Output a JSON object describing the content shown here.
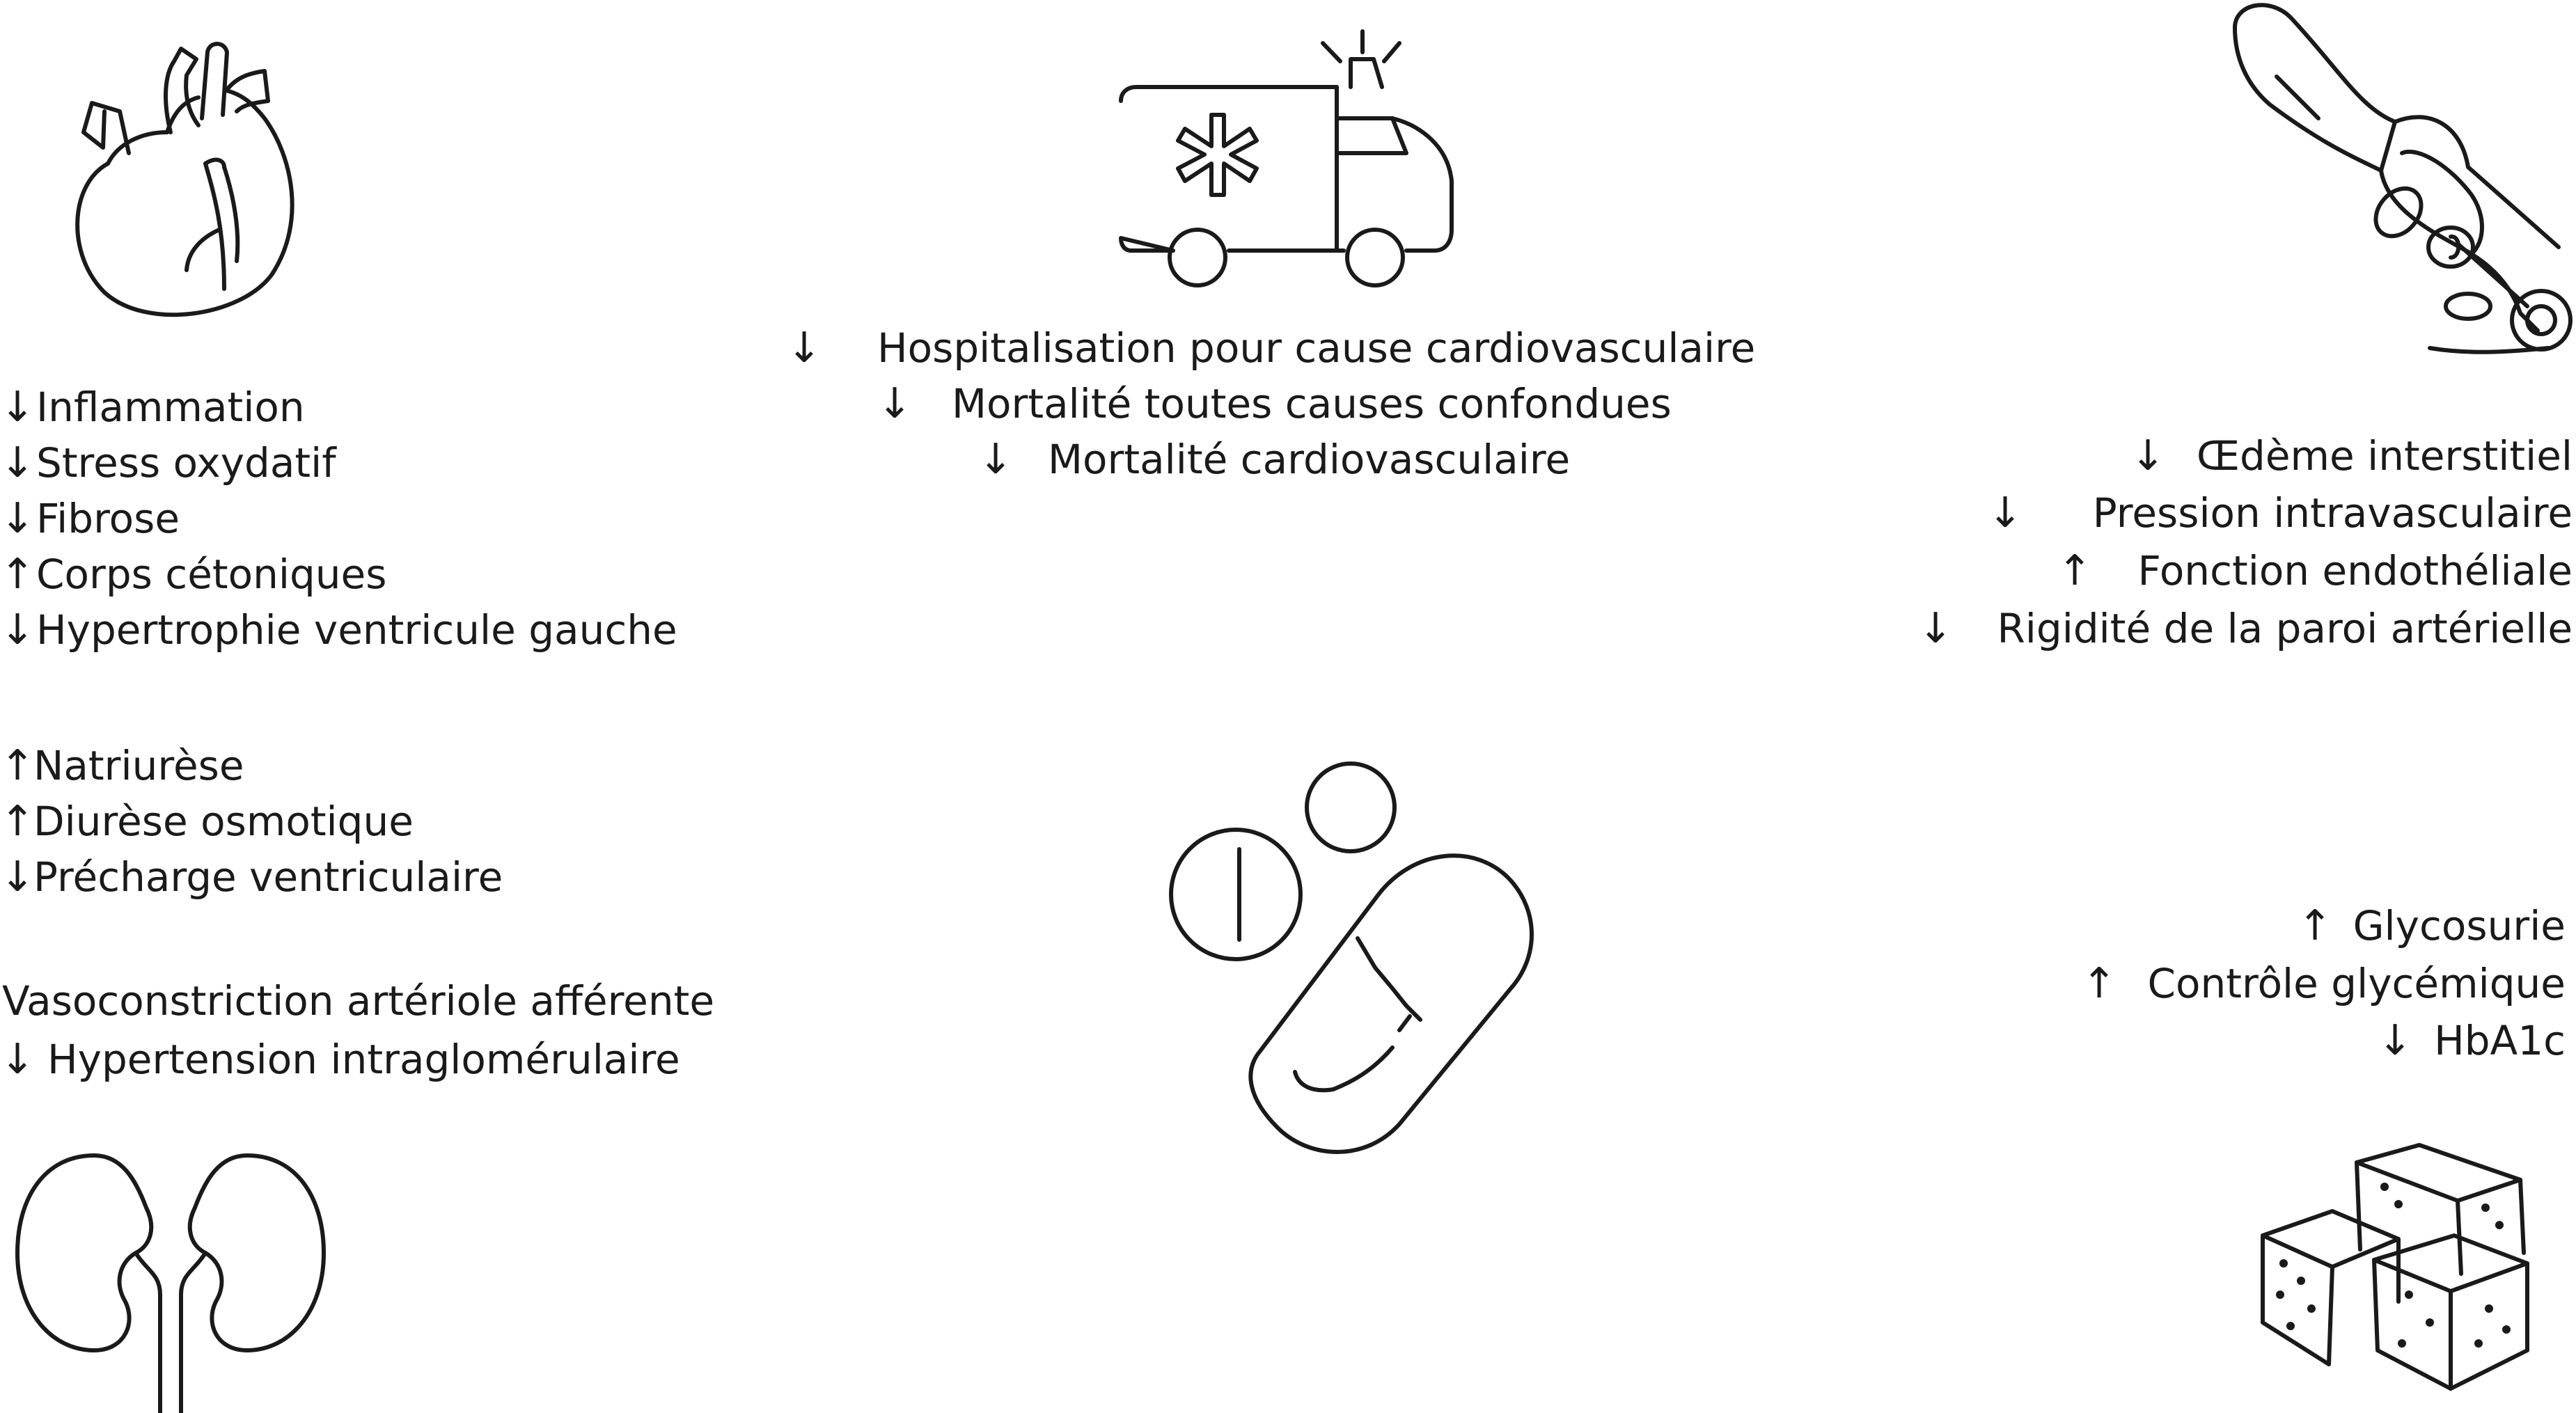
{
  "effects": {
    "cardiac": [
      {
        "arrow": "↓",
        "text": "Inflammation"
      },
      {
        "arrow": "↓",
        "text": "Stress oxydatif"
      },
      {
        "arrow": "↓",
        "text": "Fibrose"
      },
      {
        "arrow": "↑",
        "text": "Corps cétoniques"
      },
      {
        "arrow": "↓",
        "text": "Hypertrophie ventricule gauche"
      }
    ],
    "diuretic": [
      {
        "arrow": "↑",
        "text": "Natriurèse"
      },
      {
        "arrow": "↑",
        "text": "Diurèse osmotique"
      },
      {
        "arrow": "↓",
        "text": "Précharge ventriculaire"
      }
    ],
    "renal": [
      {
        "arrow": "",
        "text": "Vasoconstriction artériole afférente"
      },
      {
        "arrow": "↓",
        "text": "Hypertension intraglomérulaire"
      }
    ],
    "outcomes": [
      {
        "arrow": "↓",
        "text": "Hospitalisation pour cause cardiovasculaire"
      },
      {
        "arrow": "↓",
        "text": "Mortalité toutes causes confondues"
      },
      {
        "arrow": "↓",
        "text": "Mortalité cardiovasculaire"
      }
    ],
    "vascular": [
      {
        "arrow": "↓",
        "text": "Œdème interstitiel"
      },
      {
        "arrow": "↓",
        "text": "Pression intravasculaire"
      },
      {
        "arrow": "↑",
        "text": "Fonction endothéliale"
      },
      {
        "arrow": "↓",
        "text": "Rigidité de la paroi artérielle"
      }
    ],
    "glycemic": [
      {
        "arrow": "↑",
        "text": "Glycosurie"
      },
      {
        "arrow": "↑",
        "text": "Contrôle glycémique"
      },
      {
        "arrow": "↓",
        "text": "HbA1c"
      }
    ]
  },
  "icons": {
    "heart": "heart-icon",
    "ambulance": "ambulance-icon",
    "blood_vessel": "blood-vessel-icon",
    "pills": "pills-icon",
    "kidneys": "kidneys-icon",
    "sugar_cubes": "sugar-cubes-icon"
  }
}
